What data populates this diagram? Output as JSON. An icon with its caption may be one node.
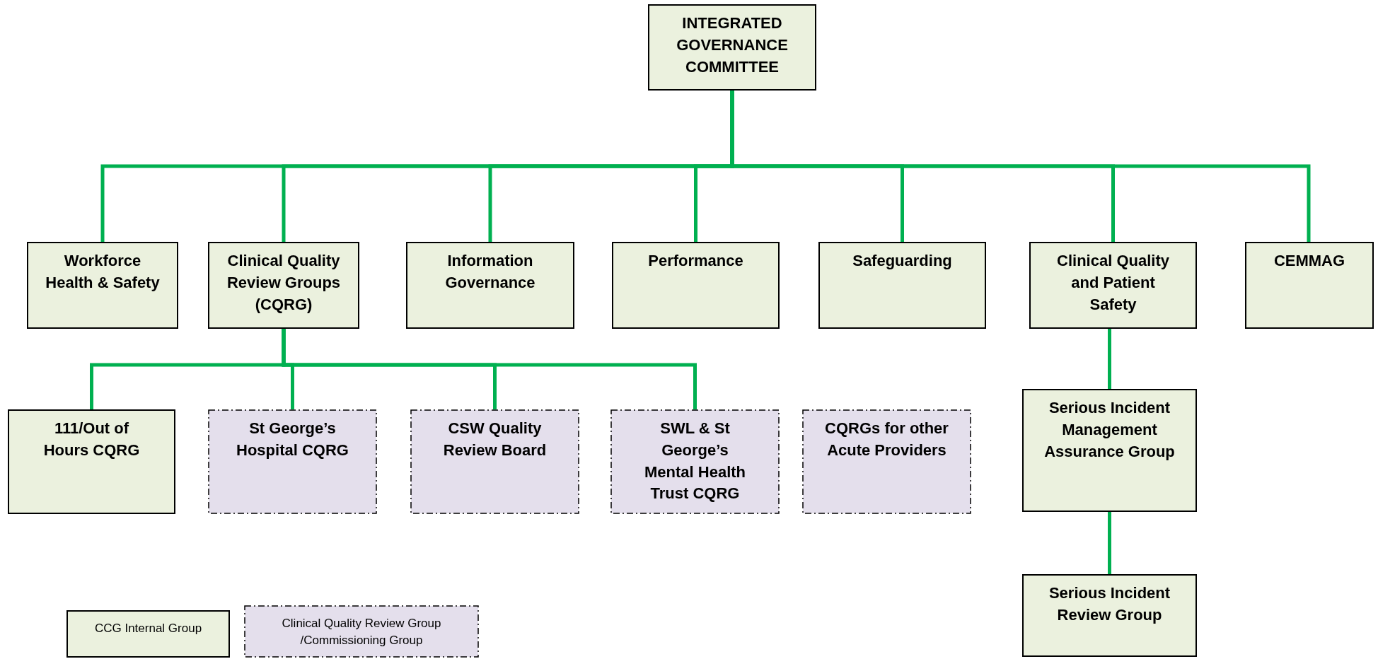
{
  "diagram": {
    "nodes": [
      {
        "text": [
          "INTEGRATED GOVERNANCE COMMITTEE"
        ]
      },
      {
        "text": [
          "Workforce Health & Safety"
        ]
      },
      {
        "text": [
          "Clinical Quality Review Groups (CQRG)"
        ]
      },
      {
        "text": [
          "Information Governance"
        ]
      },
      {
        "text": [
          "Performance"
        ]
      },
      {
        "text": [
          "Safeguarding"
        ]
      },
      {
        "text": [
          "Clinical Quality and Patient Safety"
        ]
      },
      {
        "text": [
          "CEMMAG"
        ]
      },
      {
        "text": [
          "111/Out of Hours CQRG"
        ]
      },
      {
        "text": [
          "St George’s Hospital CQRG"
        ]
      },
      {
        "text": [
          "CSW Quality Review Board"
        ]
      },
      {
        "text": [
          "SWL & St George’s Mental Health Trust CQRG"
        ]
      },
      {
        "text": [
          "CQRGs for other Acute Providers"
        ]
      },
      {
        "text": [
          "Serious Incident Management Assurance Group"
        ]
      },
      {
        "text": [
          "Serious Incident Review Group"
        ]
      }
    ],
    "edges": [
      {
        "from": 0,
        "to": 1,
        "arrow": "none"
      },
      {
        "from": 0,
        "to": 2,
        "arrow": "none"
      },
      {
        "from": 0,
        "to": 3,
        "arrow": "none"
      },
      {
        "from": 0,
        "to": 4,
        "arrow": "none"
      },
      {
        "from": 0,
        "to": 5,
        "arrow": "none"
      },
      {
        "from": 0,
        "to": 6,
        "arrow": "none"
      },
      {
        "from": 0,
        "to": 7,
        "arrow": "none"
      },
      {
        "from": 2,
        "to": 8,
        "arrow": "none"
      },
      {
        "from": 2,
        "to": 9,
        "arrow": "none"
      },
      {
        "from": 2,
        "to": 10,
        "arrow": "none"
      },
      {
        "from": 2,
        "to": 11,
        "arrow": "none"
      },
      {
        "from": 6,
        "to": 13,
        "arrow": "none"
      },
      {
        "from": 13,
        "to": 14,
        "arrow": "none"
      }
    ],
    "legend": [
      {
        "text": "CCG Internal Group",
        "color": "#ebf1de"
      },
      {
        "text": "Clinical Quality Review Group /Commissioning Group",
        "color": "#e4dfec"
      }
    ]
  }
}
